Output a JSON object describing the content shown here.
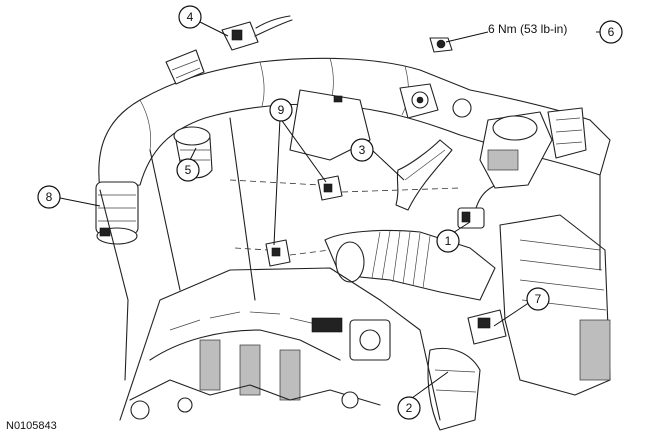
{
  "figure_id": "N0105843",
  "torque_spec": "6 Nm (53 lb-in)",
  "callouts": [
    {
      "id": "callout-1",
      "number": "1"
    },
    {
      "id": "callout-2",
      "number": "2"
    },
    {
      "id": "callout-3",
      "number": "3"
    },
    {
      "id": "callout-4",
      "number": "4"
    },
    {
      "id": "callout-5",
      "number": "5"
    },
    {
      "id": "callout-6",
      "number": "6"
    },
    {
      "id": "callout-7",
      "number": "7"
    },
    {
      "id": "callout-8",
      "number": "8"
    },
    {
      "id": "callout-9",
      "number": "9"
    }
  ]
}
